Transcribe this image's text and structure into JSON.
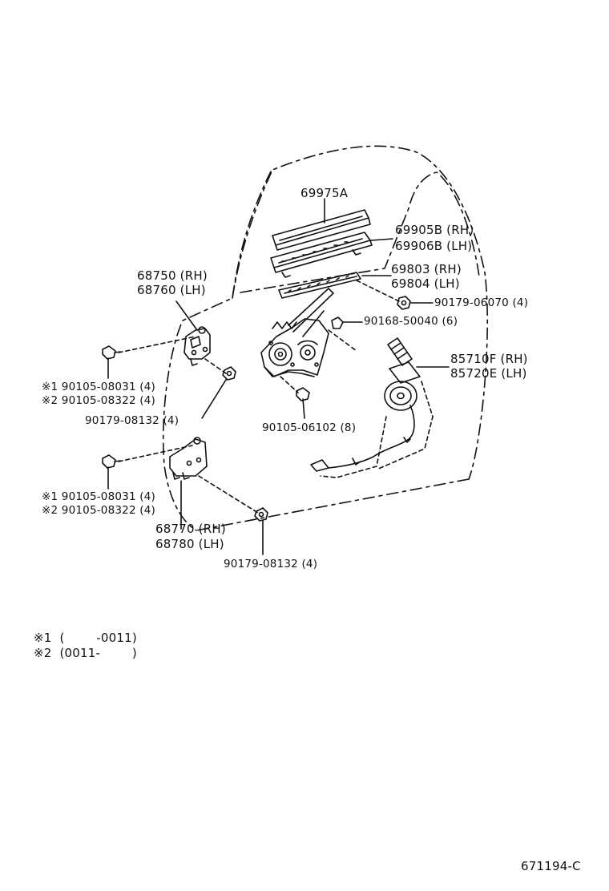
{
  "colors": {
    "line": "#111111",
    "background": "#ffffff"
  },
  "parts": {
    "p69975A": "69975A",
    "p69905B": "69905B (RH)",
    "p69906B": "69906B (LH)",
    "p69803": "69803 (RH)",
    "p69804": "69804 (LH)",
    "p90179_06070": "90179-06070 (4)",
    "p90168_50040": "90168-50040 (6)",
    "p85710F": "85710F (RH)",
    "p85720E": "85720E (LH)",
    "p90105_06102": "90105-06102 (8)",
    "p68750": "68750 (RH)",
    "p68760": "68760 (LH)",
    "upper_bolt_1": "※1 90105-08031 (4)",
    "upper_bolt_2": "※2 90105-08322 (4)",
    "upper_nut": "90179-08132 (4)",
    "lower_bolt_1": "※1 90105-08031 (4)",
    "lower_bolt_2": "※2 90105-08322 (4)",
    "p68770": "68770 (RH)",
    "p68780": "68780 (LH)",
    "lower_nut": "90179-08132 (4)"
  },
  "notes": {
    "note1": "※1  (        -0011)",
    "note2": "※2  (0011-        )"
  },
  "figure_id": "671194-C"
}
